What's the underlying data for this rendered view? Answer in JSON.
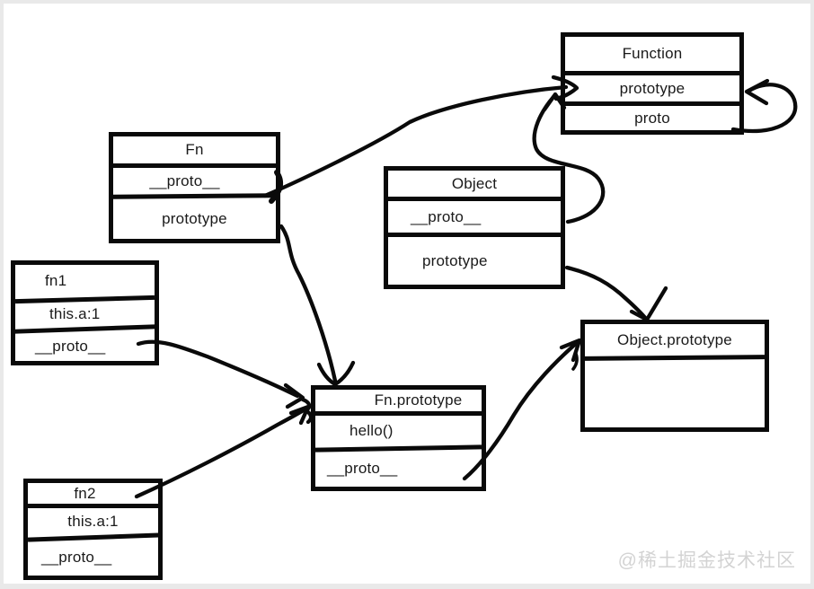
{
  "canvas": {
    "background": "#ffffff",
    "frame_color": "#e9e9e9",
    "ink_color": "#0a0a0a"
  },
  "watermark": {
    "text": "@稀土掘金技术社区",
    "color": "#d3d3d3"
  },
  "boxes": [
    {
      "id": "function",
      "title": "Function",
      "rows": [
        "prototype",
        "proto"
      ]
    },
    {
      "id": "fn",
      "title": "Fn",
      "rows": [
        "__proto__",
        "prototype"
      ]
    },
    {
      "id": "object",
      "title": "Object",
      "rows": [
        "__proto__",
        "prototype"
      ]
    },
    {
      "id": "fn1",
      "title": "fn1",
      "rows": [
        "this.a:1",
        "__proto__"
      ]
    },
    {
      "id": "fn2",
      "title": "fn2",
      "rows": [
        "this.a:1",
        "__proto__"
      ]
    },
    {
      "id": "fn-prototype",
      "title": "Fn.prototype",
      "rows": [
        "hello()",
        "__proto__"
      ]
    },
    {
      "id": "object-prototype",
      "title": "Object.prototype",
      "rows": [
        ""
      ]
    }
  ],
  "edges": [
    {
      "from": "Fn.__proto__",
      "to": "Function.prototype"
    },
    {
      "from": "Function.proto",
      "to": "Function.prototype"
    },
    {
      "from": "Object.__proto__",
      "to": "Function.prototype"
    },
    {
      "from": "Object.prototype",
      "to": "Object.prototype-box"
    },
    {
      "from": "Fn.prototype",
      "to": "Fn.prototype-box"
    },
    {
      "from": "fn1.__proto__",
      "to": "Fn.prototype-box"
    },
    {
      "from": "fn2",
      "to": "Fn.prototype-box"
    },
    {
      "from": "Fn.prototype.__proto__",
      "to": "Object.prototype-box"
    }
  ]
}
